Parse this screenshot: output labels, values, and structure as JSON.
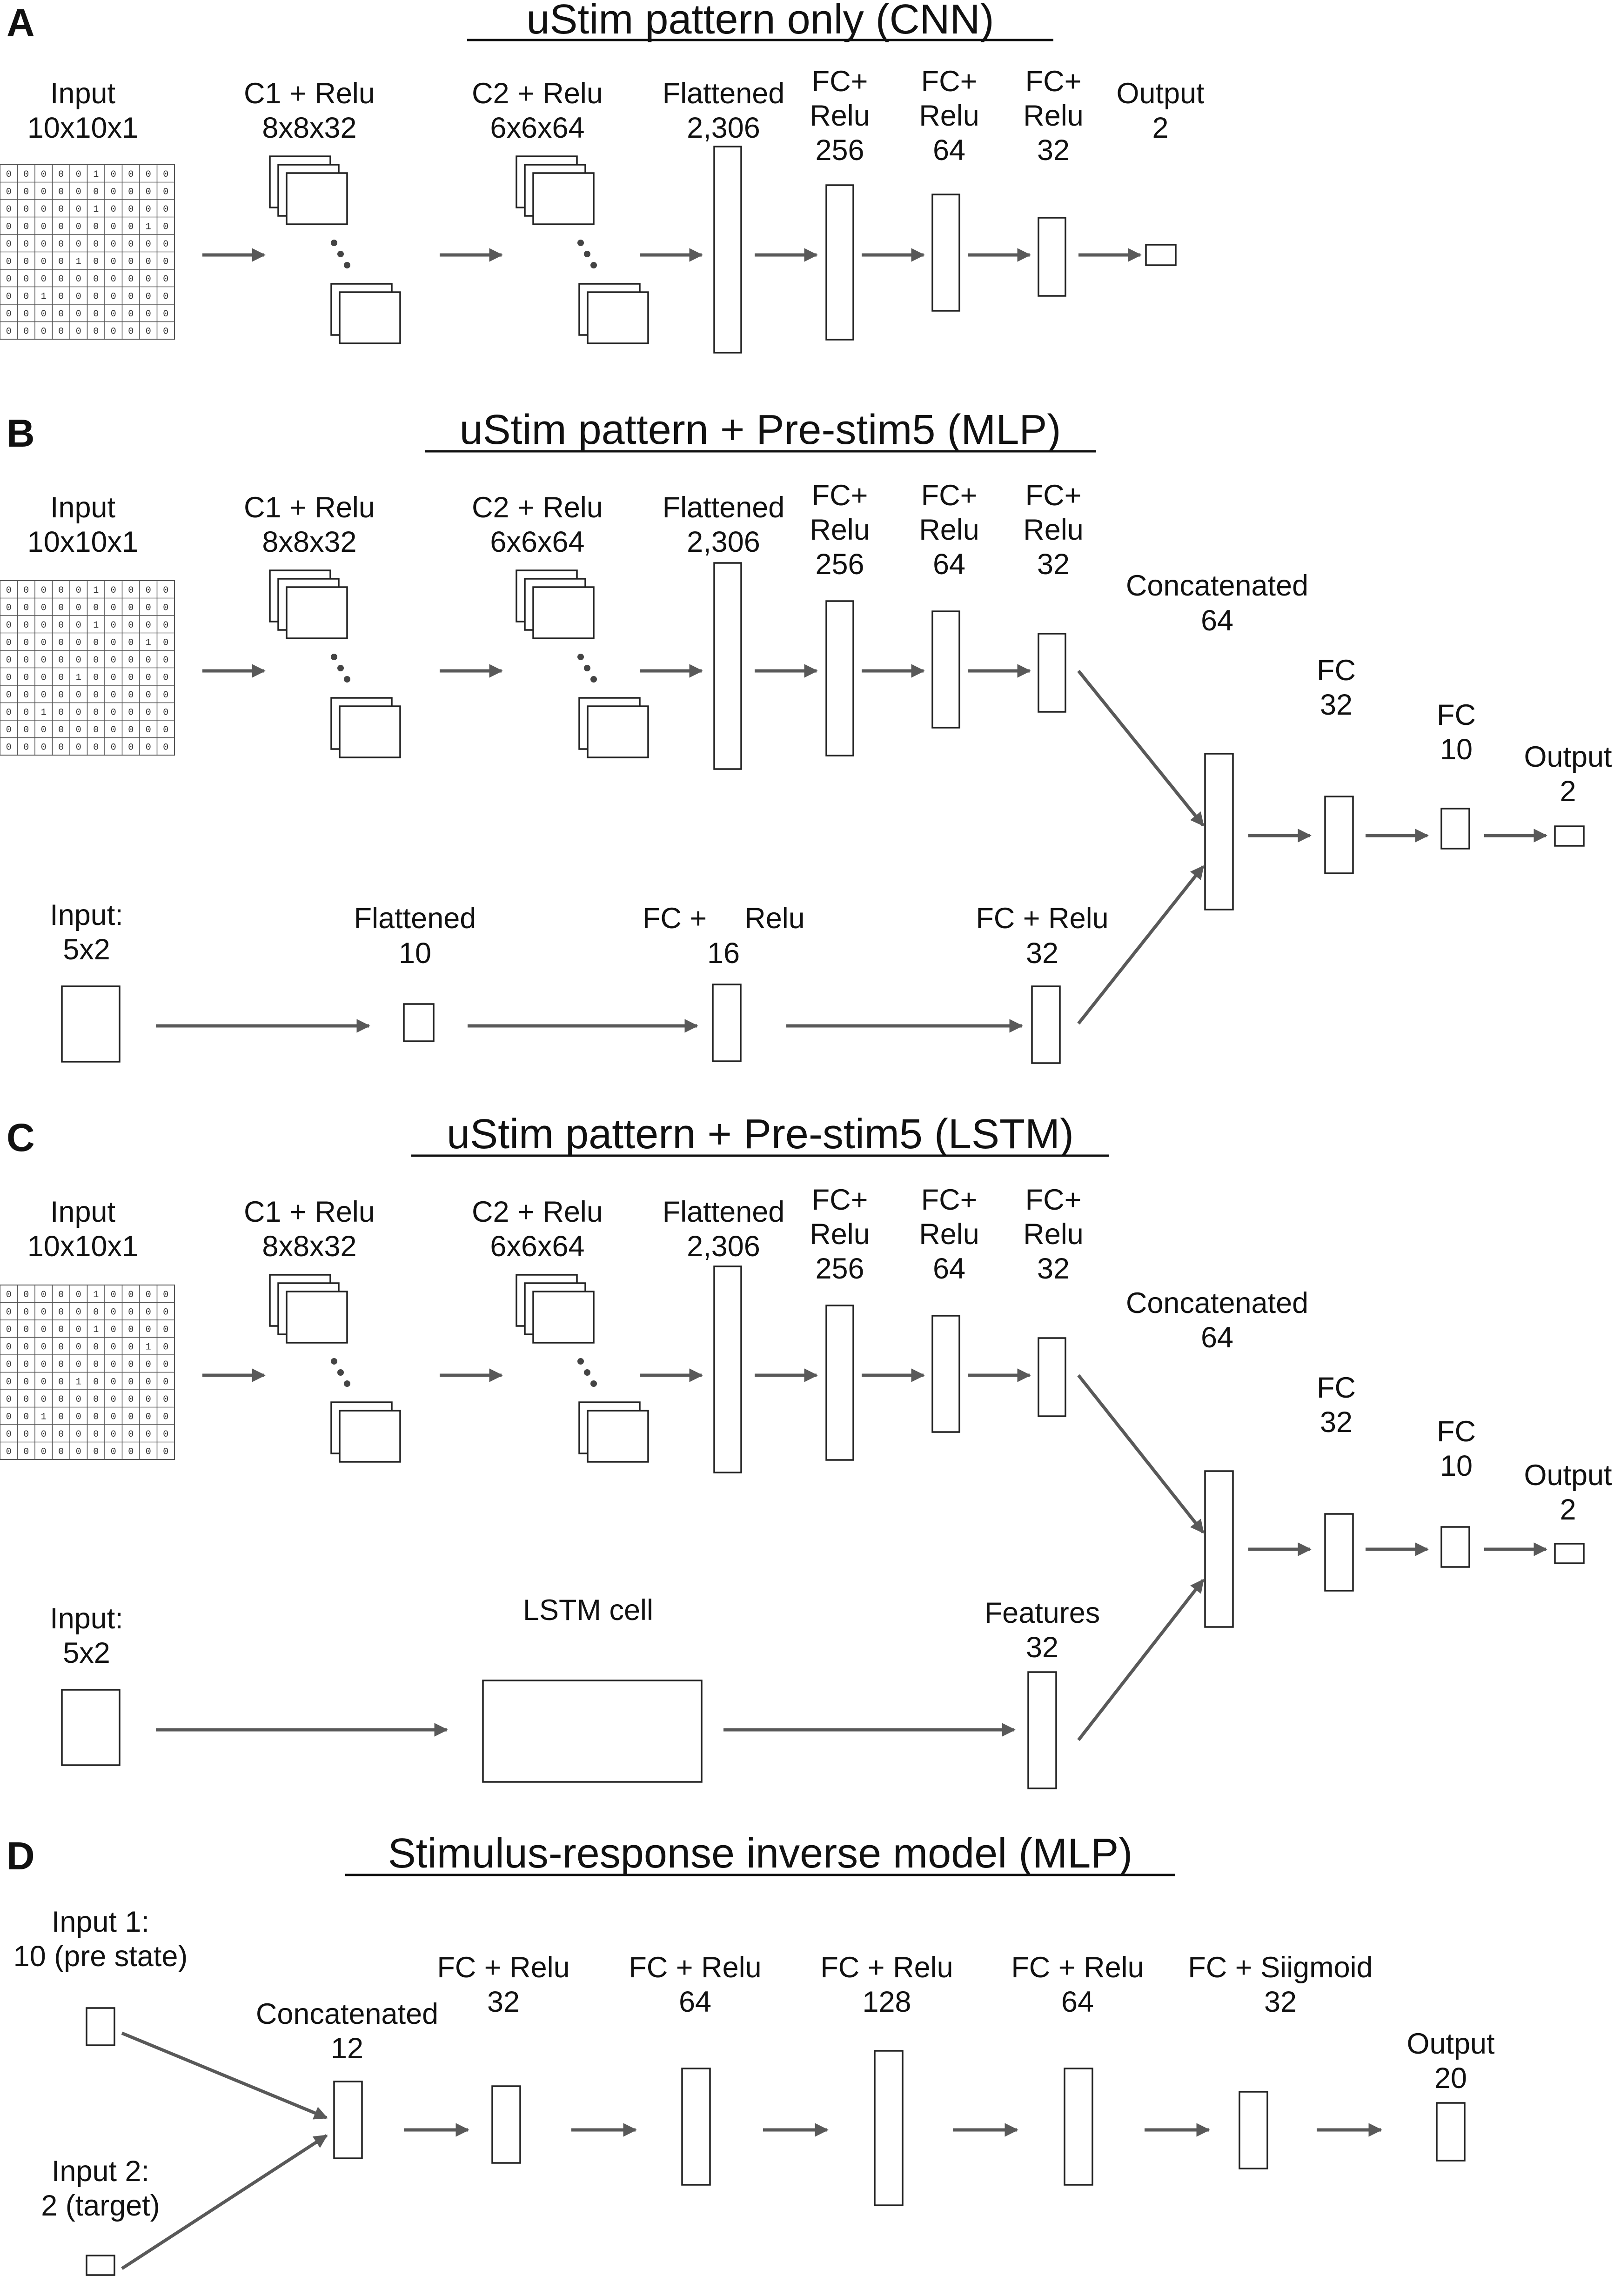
{
  "colors": {
    "arrow": "#595959",
    "box_stroke": "#222222",
    "text": "#111111"
  },
  "grid_values": [
    [
      "0",
      "0",
      "0",
      "0",
      "0",
      "1",
      "0",
      "0",
      "0",
      "0"
    ],
    [
      "0",
      "0",
      "0",
      "0",
      "0",
      "0",
      "0",
      "0",
      "0",
      "0"
    ],
    [
      "0",
      "0",
      "0",
      "0",
      "0",
      "1",
      "0",
      "0",
      "0",
      "0"
    ],
    [
      "0",
      "0",
      "0",
      "0",
      "0",
      "0",
      "0",
      "0",
      "1",
      "0"
    ],
    [
      "0",
      "0",
      "0",
      "0",
      "0",
      "0",
      "0",
      "0",
      "0",
      "0"
    ],
    [
      "0",
      "0",
      "0",
      "0",
      "1",
      "0",
      "0",
      "0",
      "0",
      "0"
    ],
    [
      "0",
      "0",
      "0",
      "0",
      "0",
      "0",
      "0",
      "0",
      "0",
      "0"
    ],
    [
      "0",
      "0",
      "1",
      "0",
      "0",
      "0",
      "0",
      "0",
      "0",
      "0"
    ],
    [
      "0",
      "0",
      "0",
      "0",
      "0",
      "0",
      "0",
      "0",
      "0",
      "0"
    ],
    [
      "0",
      "0",
      "0",
      "0",
      "0",
      "0",
      "0",
      "0",
      "0",
      "0"
    ]
  ],
  "panels": {
    "a": {
      "letter": "A",
      "title": "uStim pattern only (CNN)",
      "input": {
        "l1": "Input",
        "l2": "10x10x1"
      },
      "c1": {
        "l1": "C1 + Relu",
        "l2": "8x8x32"
      },
      "c2": {
        "l1": "C2 + Relu",
        "l2": "6x6x64"
      },
      "flat": {
        "l1": "Flattened",
        "l2": "2,306"
      },
      "fc256": {
        "l1": "FC+",
        "l2": "Relu",
        "l3": "256"
      },
      "fc64": {
        "l1": "FC+",
        "l2": "Relu",
        "l3": "64"
      },
      "fc32": {
        "l1": "FC+",
        "l2": "Relu",
        "l3": "32"
      },
      "out": {
        "l1": "Output",
        "l2": "2"
      }
    },
    "b": {
      "letter": "B",
      "title": "uStim pattern + Pre-stim5 (MLP)",
      "input": {
        "l1": "Input",
        "l2": "10x10x1"
      },
      "c1": {
        "l1": "C1 + Relu",
        "l2": "8x8x32"
      },
      "c2": {
        "l1": "C2 + Relu",
        "l2": "6x6x64"
      },
      "flat": {
        "l1": "Flattened",
        "l2": "2,306"
      },
      "fc256": {
        "l1": "FC+",
        "l2": "Relu",
        "l3": "256"
      },
      "fc64": {
        "l1": "FC+",
        "l2": "Relu",
        "l3": "64"
      },
      "fc32": {
        "l1": "FC+",
        "l2": "Relu",
        "l3": "32"
      },
      "concat": {
        "l1": "Concatenated",
        "l2": "64"
      },
      "fc_a": {
        "l1": "FC",
        "l2": "32"
      },
      "fc_b": {
        "l1": "FC",
        "l2": "10"
      },
      "out": {
        "l1": "Output",
        "l2": "2"
      },
      "in2": {
        "l1": "Input:",
        "l2": "5x2"
      },
      "flat2": {
        "l1": "Flattened",
        "l2": "10"
      },
      "fc16": {
        "l1a": "FC +",
        "l1b": "Relu",
        "l2": "16"
      },
      "fc32b": {
        "l1": "FC + Relu",
        "l2": "32"
      }
    },
    "c": {
      "letter": "C",
      "title": "uStim pattern + Pre-stim5 (LSTM)",
      "input": {
        "l1": "Input",
        "l2": "10x10x1"
      },
      "c1": {
        "l1": "C1 + Relu",
        "l2": "8x8x32"
      },
      "c2": {
        "l1": "C2 + Relu",
        "l2": "6x6x64"
      },
      "flat": {
        "l1": "Flattened",
        "l2": "2,306"
      },
      "fc256": {
        "l1": "FC+",
        "l2": "Relu",
        "l3": "256"
      },
      "fc64": {
        "l1": "FC+",
        "l2": "Relu",
        "l3": "64"
      },
      "fc32": {
        "l1": "FC+",
        "l2": "Relu",
        "l3": "32"
      },
      "concat": {
        "l1": "Concatenated",
        "l2": "64"
      },
      "fc_a": {
        "l1": "FC",
        "l2": "32"
      },
      "fc_b": {
        "l1": "FC",
        "l2": "10"
      },
      "out": {
        "l1": "Output",
        "l2": "2"
      },
      "in2": {
        "l1": "Input:",
        "l2": "5x2"
      },
      "lstm": {
        "l1": "LSTM cell"
      },
      "feat": {
        "l1": "Features",
        "l2": "32"
      }
    },
    "d": {
      "letter": "D",
      "title": "Stimulus-response inverse model (MLP)",
      "in1": {
        "l1": "Input 1:",
        "l2": "10 (pre state)"
      },
      "in2": {
        "l1": "Input 2:",
        "l2": "2 (target)"
      },
      "concat": {
        "l1": "Concatenated",
        "l2": "12"
      },
      "fc32": {
        "l1": "FC + Relu",
        "l2": "32"
      },
      "fc64": {
        "l1": "FC + Relu",
        "l2": "64"
      },
      "fc128": {
        "l1": "FC + Relu",
        "l2": "128"
      },
      "fc64b": {
        "l1": "FC + Relu",
        "l2": "64"
      },
      "fcsig": {
        "l1": "FC + Siigmoid",
        "l2": "32"
      },
      "out": {
        "l1": "Output",
        "l2": "20"
      }
    }
  }
}
